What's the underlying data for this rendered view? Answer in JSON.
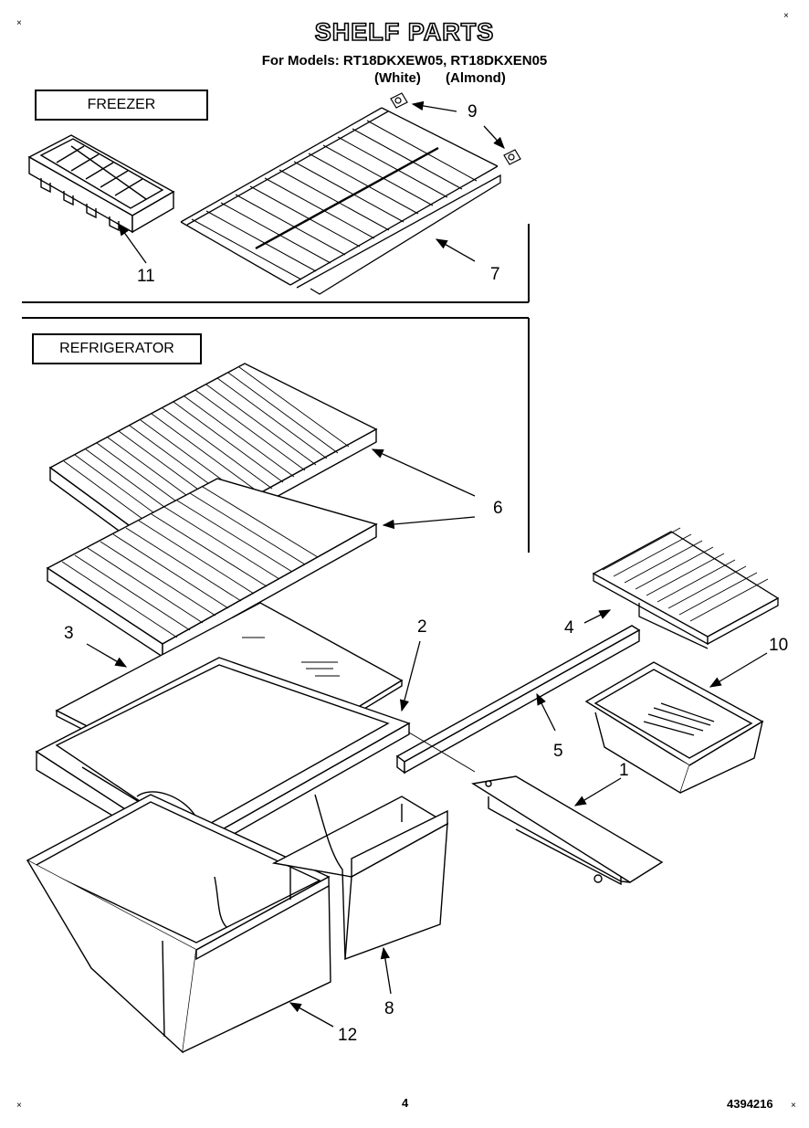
{
  "header": {
    "title": "SHELF PARTS",
    "models_line": "For Models: RT18DKXEW05, RT18DKXEN05",
    "variant_white": "(White)",
    "variant_almond": "(Almond)"
  },
  "sections": {
    "freezer": "FREEZER",
    "refrigerator": "REFRIGERATOR"
  },
  "callouts": {
    "c1": "1",
    "c2": "2",
    "c3": "3",
    "c4": "4",
    "c5": "5",
    "c6": "6",
    "c7": "7",
    "c8": "8",
    "c9": "9",
    "c10": "10",
    "c11": "11",
    "c12": "12"
  },
  "footer": {
    "page_number": "4",
    "part_number": "4394216"
  },
  "registration_mark": "×"
}
